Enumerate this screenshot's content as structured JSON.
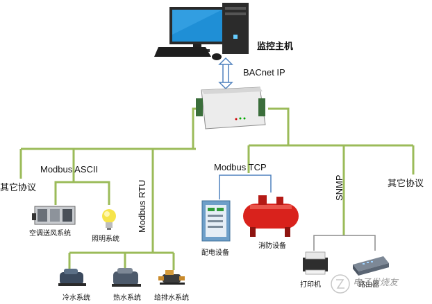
{
  "host": {
    "label": "监控主机"
  },
  "links": {
    "bacnet": "BACnet IP",
    "modbus_ascii": "Modbus ASCII",
    "modbus_rtu": "Modbus RTU",
    "modbus_tcp": "Modbus TCP",
    "snmp": "SNMP"
  },
  "other": {
    "left": "其它协议",
    "right": "其它协议"
  },
  "devices": {
    "ahu": "空调送风系统",
    "lighting": "照明系统",
    "cooling": "冷水系统",
    "heating": "热水系统",
    "drainage": "给排水系统",
    "power": "配电设备",
    "fire": "消防设备",
    "printer": "打印机",
    "router": "路由器"
  },
  "colors": {
    "green": "#9bbb59",
    "blue": "#4f81bd",
    "gray": "#7f7f7f",
    "red": "#d9221c"
  },
  "watermark": "电子发烧友"
}
